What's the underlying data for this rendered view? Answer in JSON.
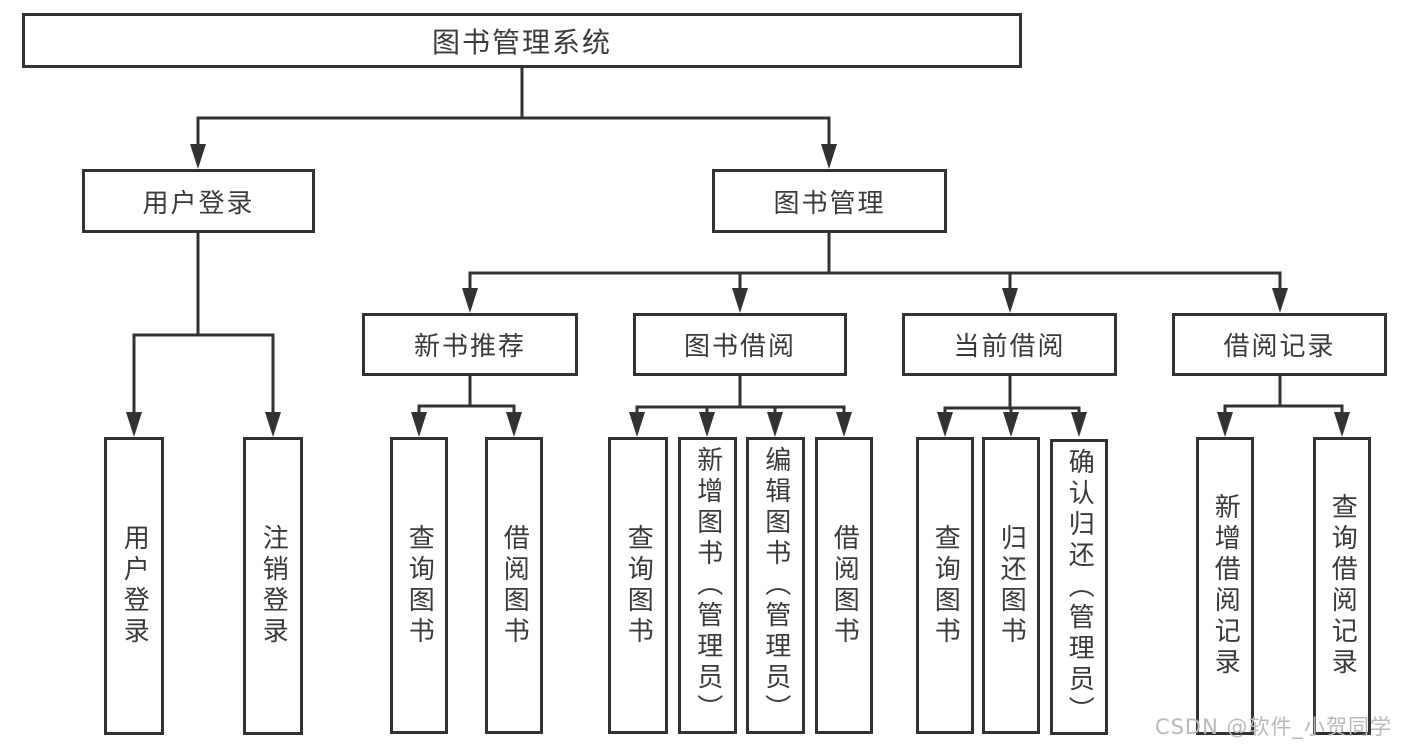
{
  "diagram_title": "图书管理系统",
  "colors": {
    "line": "#323232",
    "text": "#3a3a3a",
    "background": "#ffffff",
    "watermark": "#b9b9b9"
  },
  "tree": {
    "label": "图书管理系统",
    "children": [
      {
        "label": "用户登录",
        "children": [
          {
            "label": "用户登录"
          },
          {
            "label": "注销登录"
          }
        ]
      },
      {
        "label": "图书管理",
        "children": [
          {
            "label": "新书推荐",
            "children": [
              {
                "label": "查询图书"
              },
              {
                "label": "借阅图书"
              }
            ]
          },
          {
            "label": "图书借阅",
            "children": [
              {
                "label": "查询图书"
              },
              {
                "label": "新增图书（管理员）"
              },
              {
                "label": "编辑图书（管理员）"
              },
              {
                "label": "借阅图书"
              }
            ]
          },
          {
            "label": "当前借阅",
            "children": [
              {
                "label": "查询图书"
              },
              {
                "label": "归还图书"
              },
              {
                "label": "确认归还（管理员）"
              }
            ]
          },
          {
            "label": "借阅记录",
            "children": [
              {
                "label": "新增借阅记录"
              },
              {
                "label": "查询借阅记录"
              }
            ]
          }
        ]
      }
    ]
  },
  "watermark": "CSDN @软件_小贺同学"
}
